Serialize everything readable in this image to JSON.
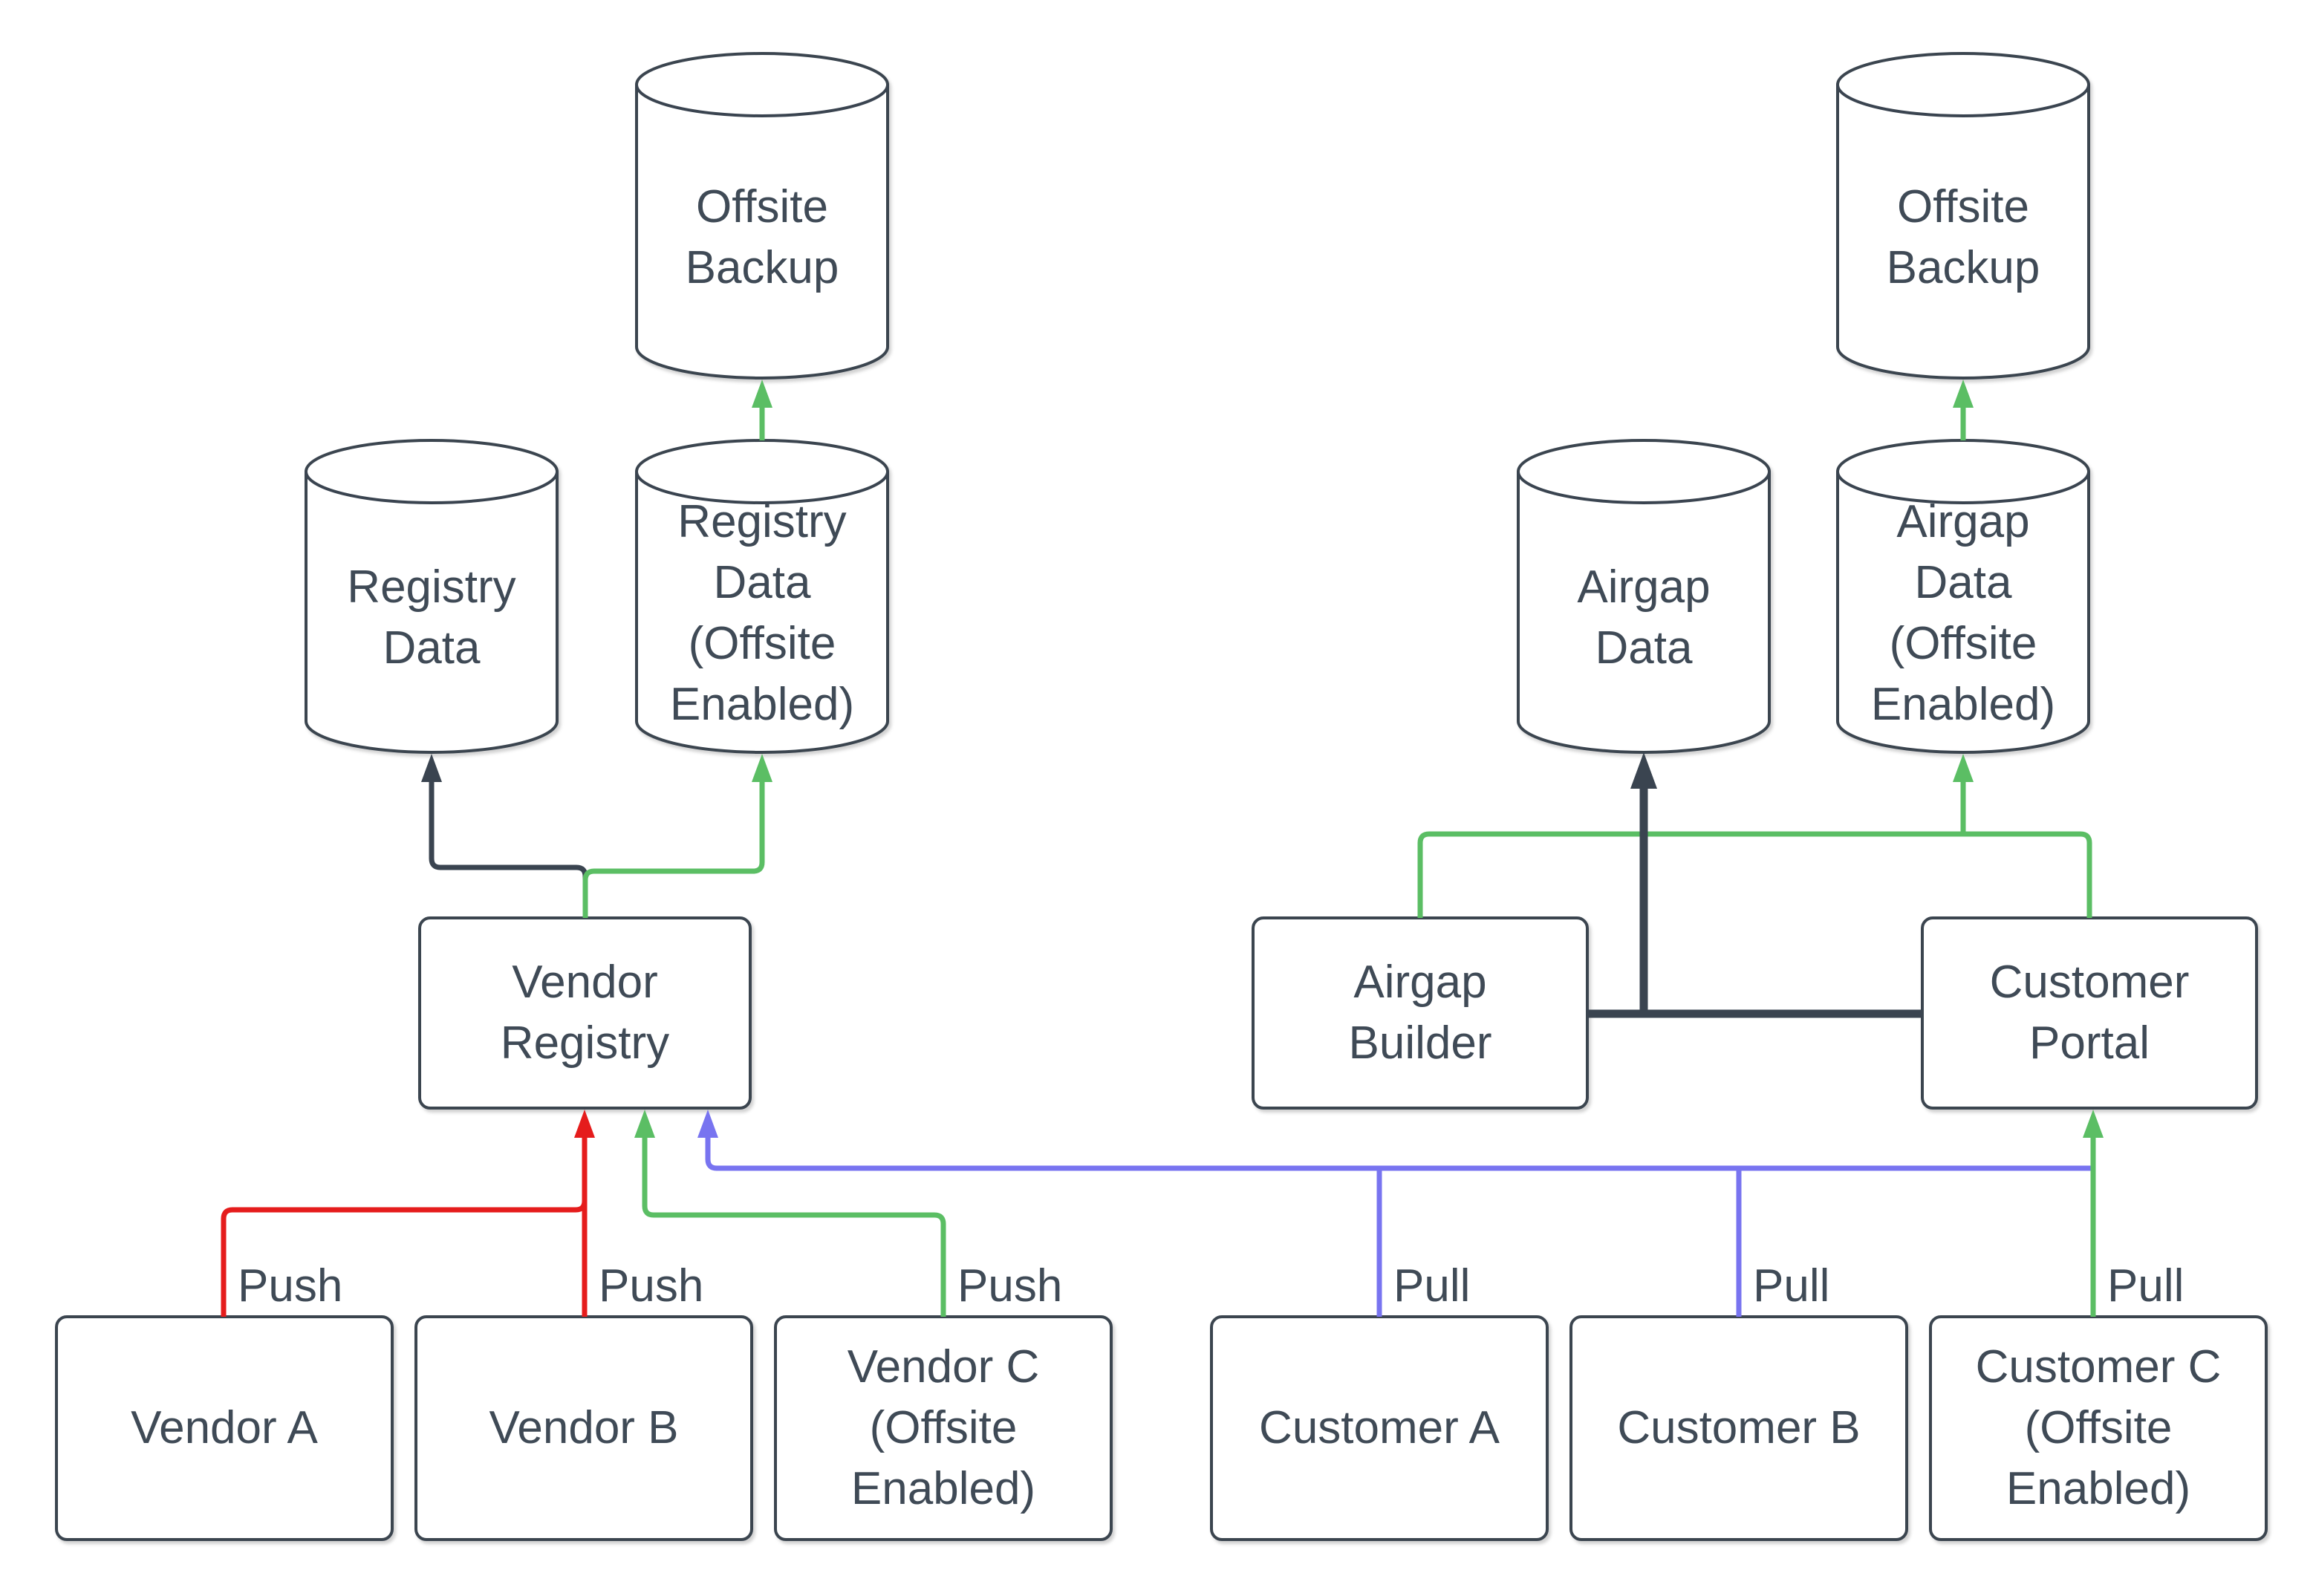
{
  "diagram": {
    "colors": {
      "stroke": "#3a4450",
      "ink": "#3f4a56",
      "red": "#e51c1c",
      "green": "#5bbe64",
      "blue": "#7874f0"
    },
    "nodes": {
      "offsite_backup_left": {
        "type": "database-cylinder",
        "label": "Offsite\nBackup"
      },
      "registry_data": {
        "type": "database-cylinder",
        "label": "Registry\nData"
      },
      "registry_data_offsite": {
        "type": "database-cylinder",
        "label": "Registry\nData\n(Offsite\nEnabled)"
      },
      "vendor_registry": {
        "type": "process-box",
        "label": "Vendor\nRegistry"
      },
      "vendor_a": {
        "type": "process-box",
        "label": "Vendor A"
      },
      "vendor_b": {
        "type": "process-box",
        "label": "Vendor B"
      },
      "vendor_c": {
        "type": "process-box",
        "label": "Vendor C\n(Offsite\nEnabled)"
      },
      "offsite_backup_right": {
        "type": "database-cylinder",
        "label": "Offsite\nBackup"
      },
      "airgap_data": {
        "type": "database-cylinder",
        "label": "Airgap\nData"
      },
      "airgap_data_offsite": {
        "type": "database-cylinder",
        "label": "Airgap\nData\n(Offsite\nEnabled)"
      },
      "airgap_builder": {
        "type": "process-box",
        "label": "Airgap\nBuilder"
      },
      "customer_portal": {
        "type": "process-box",
        "label": "Customer\nPortal"
      },
      "customer_a": {
        "type": "process-box",
        "label": "Customer A"
      },
      "customer_b": {
        "type": "process-box",
        "label": "Customer B"
      },
      "customer_c": {
        "type": "process-box",
        "label": "Customer C\n(Offsite\nEnabled)"
      }
    },
    "edge_labels": {
      "push_vendor_a": "Push",
      "push_vendor_b": "Push",
      "push_vendor_c": "Push",
      "pull_customer_a": "Pull",
      "pull_customer_b": "Pull",
      "pull_customer_c": "Pull"
    }
  }
}
